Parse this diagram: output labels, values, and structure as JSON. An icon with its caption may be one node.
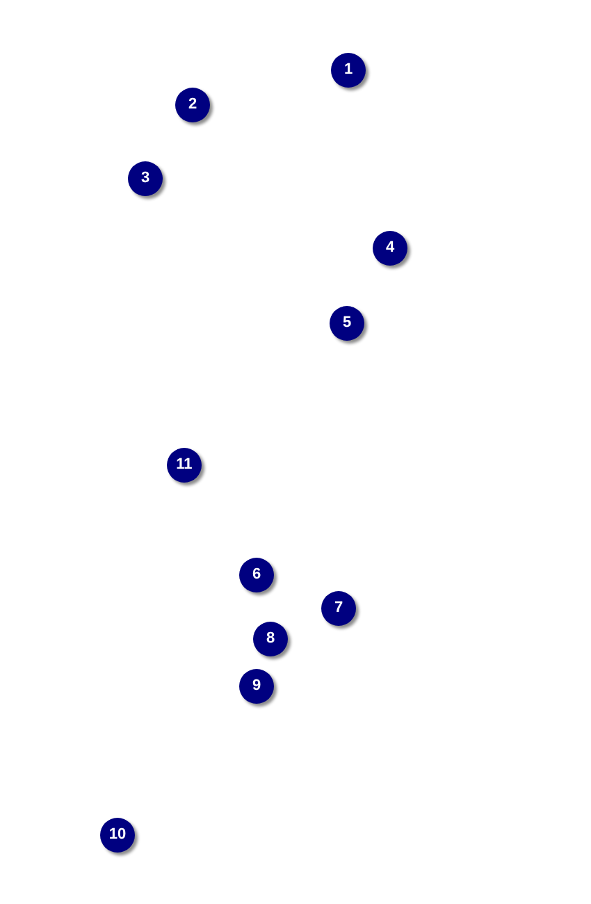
{
  "diagram": {
    "labels": [
      "1",
      "2",
      "3",
      "4",
      "5",
      "11",
      "6",
      "7",
      "8",
      "9",
      "10"
    ]
  }
}
